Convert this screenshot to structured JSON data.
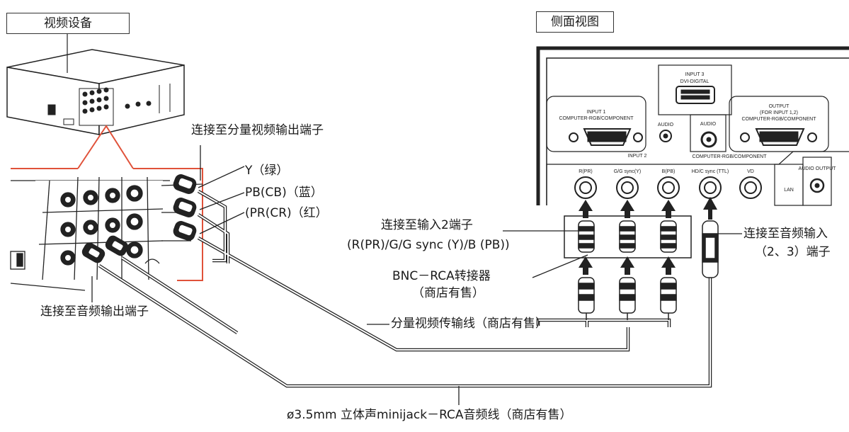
{
  "boxes": {
    "video_device": "视频设备",
    "side_view": "侧面视图"
  },
  "labels": {
    "connect_component_out": "连接至分量视频输出端子",
    "y_green": "Y（绿）",
    "pb_blue": "PB(CB)（蓝）",
    "pr_red": "(PR(CR)（红）",
    "connect_input2_line1": "连接至输入2端子",
    "connect_input2_line2": "(R(PR)/G/G sync (Y)/B (PB))",
    "bnc_adapter_line1": "BNC－RCA转接器",
    "bnc_adapter_line2": "（商店有售）",
    "connect_audio_out": "连接至音频输出端子",
    "component_cable": "分量视频传输线（商店有售）",
    "connect_audio_in_line1": "连接至音频输入",
    "connect_audio_in_line2": "（2、3）端子",
    "minijack_cable": "ø3.5mm 立体声minijack－RCA音频线（商店有售）"
  },
  "panel": {
    "input3": "INPUT 3",
    "dvi": "DVI-DIGITAL",
    "input1": "INPUT 1",
    "input1_sub": "COMPUTER-RGB/COMPONENT",
    "audio": "AUDIO",
    "output": "OUTPUT",
    "output_sub1": "(FOR INPUT 1,2)",
    "output_sub2": "COMPUTER-RGB/COMPONENT",
    "input2": "INPUT 2",
    "input2_sub": "COMPUTER-RGB/COMPONENT",
    "r_pr": "R(PR)",
    "g_sync": "G/G sync(Y)",
    "b_pb": "B(PB)",
    "hdc": "HD/C sync (TTL)",
    "vd": "VD",
    "lan": "LAN",
    "audio_output": "AUDIO OUTPUT"
  },
  "colors": {
    "accent_orange": "#e0523a",
    "line": "#1a1a1a"
  }
}
